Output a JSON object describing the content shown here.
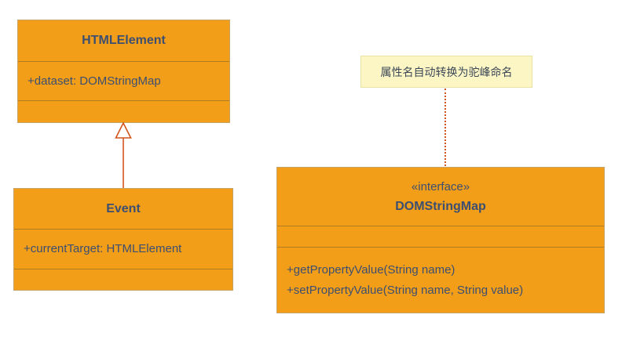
{
  "diagram": {
    "html_element_class": {
      "title": "HTMLElement",
      "attributes": [
        "+dataset: DOMStringMap"
      ]
    },
    "event_class": {
      "title": "Event",
      "attributes": [
        "+currentTarget: HTMLElement"
      ]
    },
    "dom_string_map_interface": {
      "stereotype": "«interface»",
      "title": "DOMStringMap",
      "methods": [
        "+getPropertyValue(String name)",
        "+setPropertyValue(String name, String value)"
      ]
    },
    "note": {
      "text": "属性名自动转换为驼峰命名"
    },
    "relationships": {
      "inheritance": "Event --|> HTMLElement",
      "note_anchor": "note ..> DOMStringMap"
    },
    "colors": {
      "class_fill": "#F29E18",
      "class_border": "#C6A468",
      "section_divider": "#B07C1F",
      "class_text": "#3D4F71",
      "note_fill": "#FCF6C5",
      "note_border": "#EAE2A2",
      "note_text": "#3C4858",
      "connector": "#D2551E",
      "background": "#FFFFFF"
    }
  }
}
